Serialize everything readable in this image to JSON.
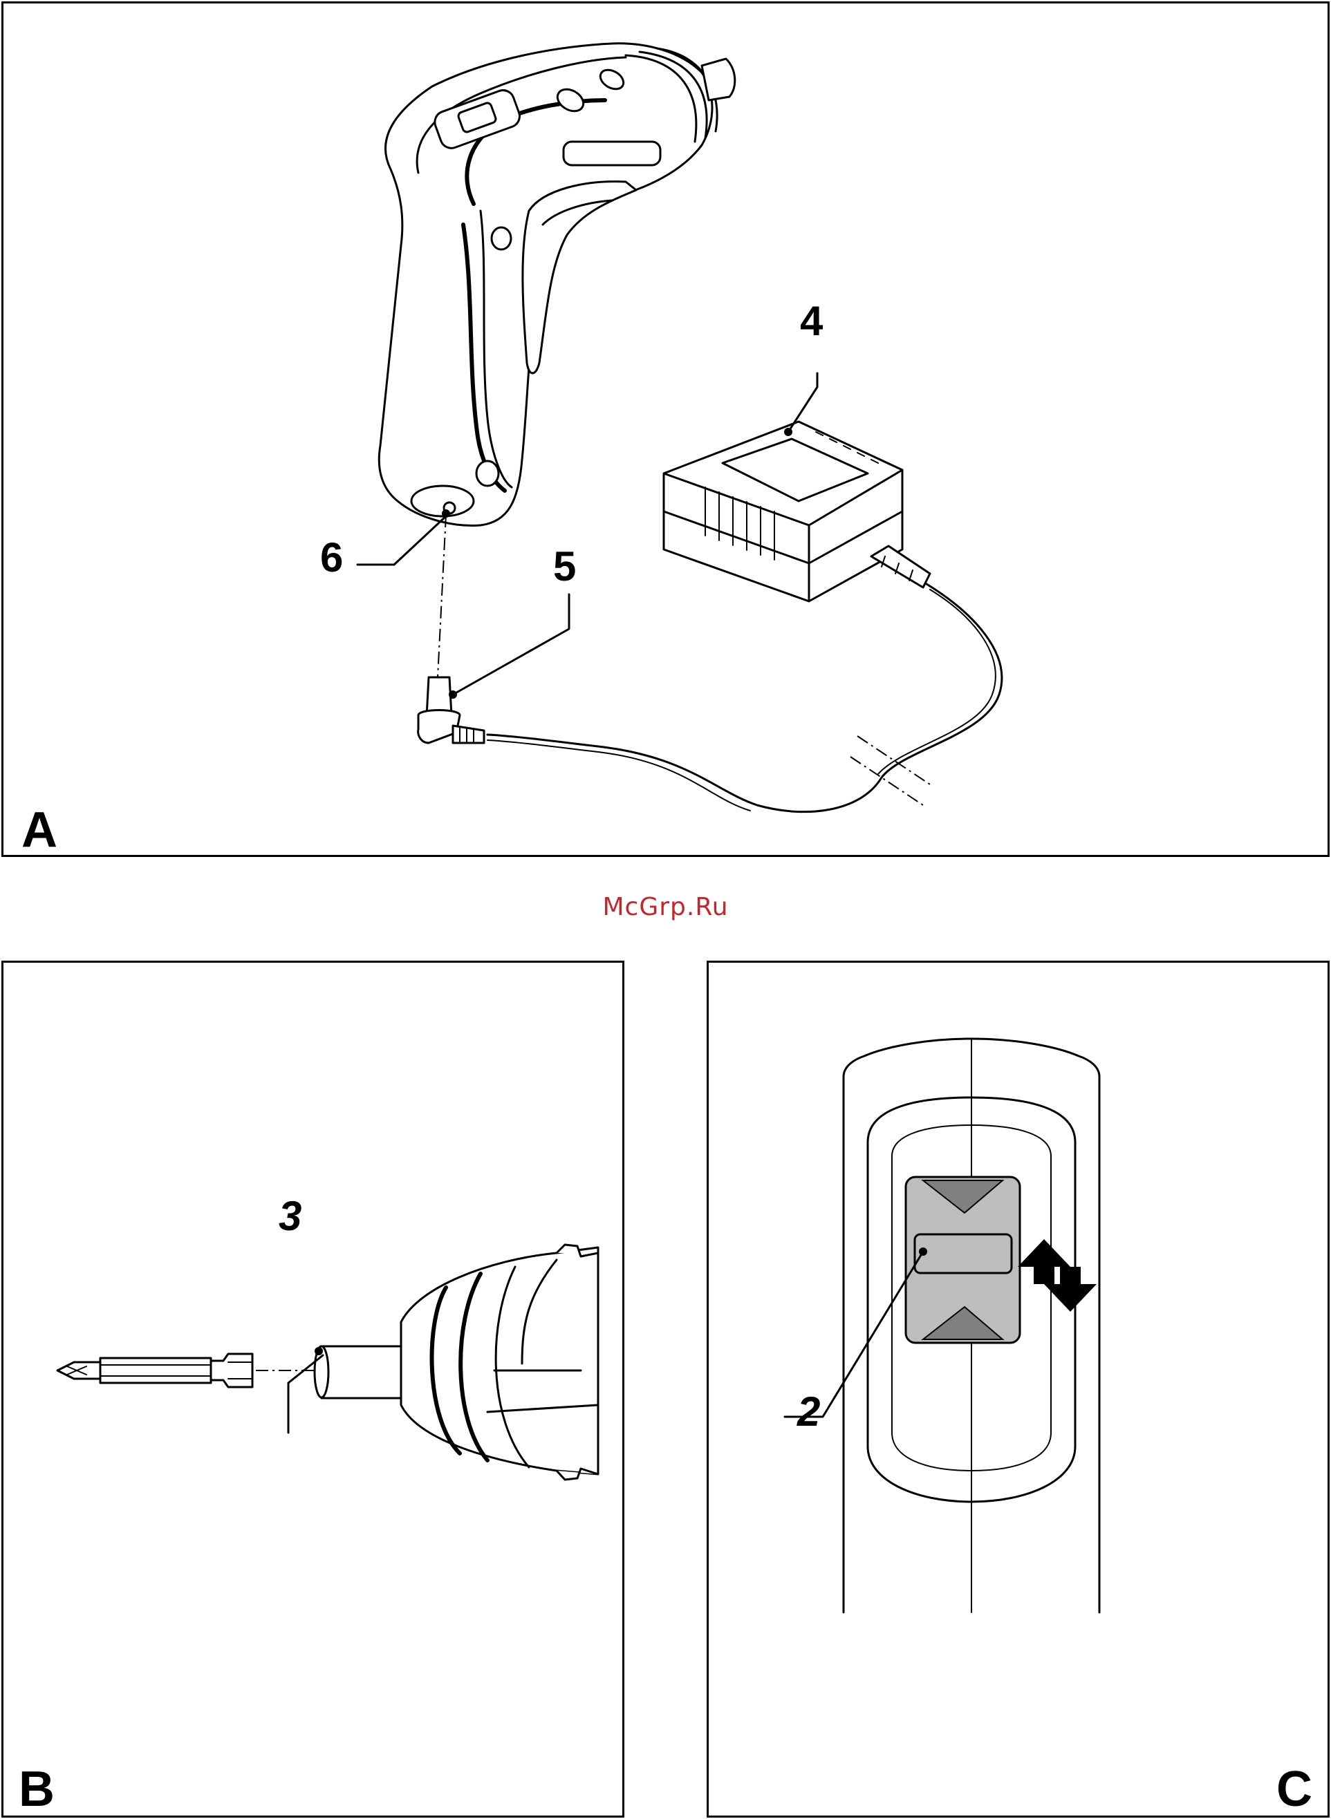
{
  "watermark": "McGrp.Ru",
  "panels": {
    "a": {
      "letter": "A",
      "callouts": {
        "charger": "4",
        "plug": "5",
        "socket": "6"
      }
    },
    "b": {
      "letter": "B",
      "callouts": {
        "bit_holder": "3"
      }
    },
    "c": {
      "letter": "C",
      "callouts": {
        "switch": "2"
      }
    }
  },
  "icons": [
    "screwdriver-icon",
    "charger-icon",
    "plug-icon",
    "bit-icon",
    "arrow-up-icon",
    "arrow-down-icon"
  ],
  "colors": {
    "watermark": "#c0282d",
    "switch_fill": "#bdbdbd",
    "switch_triangle": "#808080"
  }
}
